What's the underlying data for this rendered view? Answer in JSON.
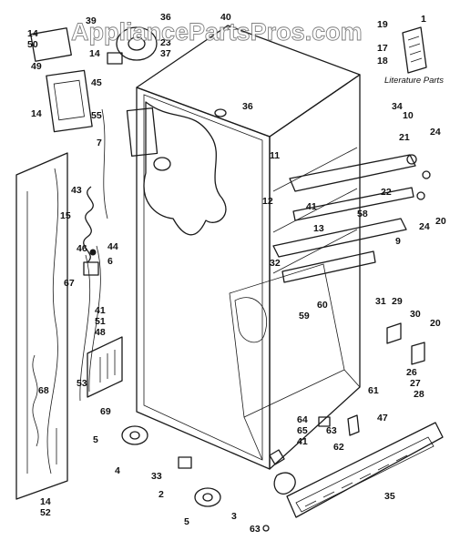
{
  "watermark": "AppliancePartsPros.com",
  "literature_label": "Literature Parts",
  "literature_callout": "1",
  "callouts": [
    "40",
    "39",
    "36",
    "23",
    "37",
    "19",
    "17",
    "18",
    "14",
    "50",
    "14",
    "49",
    "45",
    "55",
    "14",
    "7",
    "43",
    "15",
    "46",
    "44",
    "6",
    "67",
    "41",
    "51",
    "48",
    "53",
    "68",
    "69",
    "5",
    "4",
    "14",
    "52",
    "36",
    "34",
    "10",
    "11",
    "21",
    "24",
    "12",
    "41",
    "22",
    "58",
    "13",
    "9",
    "32",
    "60",
    "59",
    "20",
    "24",
    "31",
    "29",
    "30",
    "20",
    "26",
    "27",
    "28",
    "61",
    "64",
    "65",
    "41",
    "63",
    "47",
    "62",
    "33",
    "2",
    "5",
    "3",
    "63",
    "35"
  ]
}
